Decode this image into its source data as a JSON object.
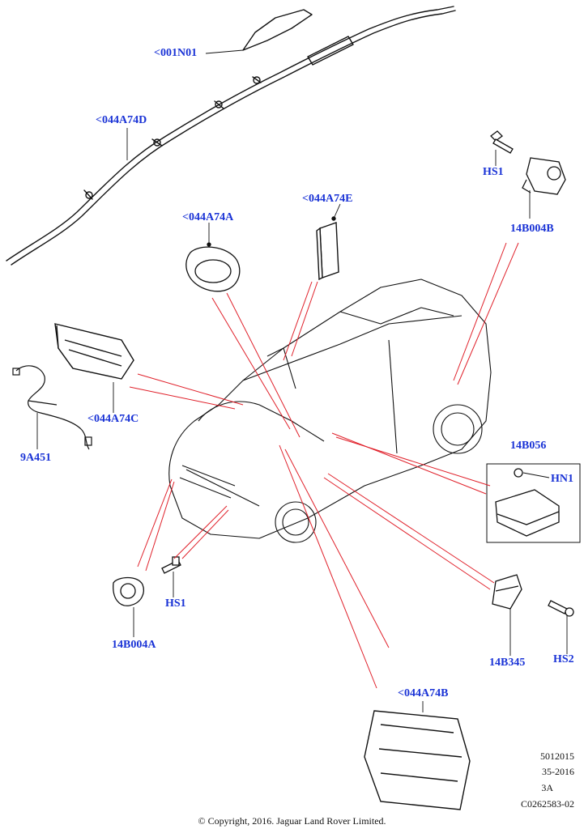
{
  "labels": {
    "l_001N01": "<001N01",
    "l_044A74D": "<044A74D",
    "l_HS1_top": "HS1",
    "l_044A74E": "<044A74E",
    "l_044A74A": "<044A74A",
    "l_14B004B": "14B004B",
    "l_044A74C": "<044A74C",
    "l_9A451": "9A451",
    "l_14B056": "14B056",
    "l_HN1": "HN1",
    "l_HS1_bottom": "HS1",
    "l_14B004A": "14B004A",
    "l_14B345": "14B345",
    "l_HS2": "HS2",
    "l_044A74B": "<044A74B"
  },
  "meta": {
    "line1": "5012015",
    "line2": "35-2016",
    "line3": "3A",
    "line4": "C0262583-02"
  },
  "copyright": "© Copyright, 2016. Jaguar Land Rover Limited.",
  "colors": {
    "label": "#1a33d6",
    "leader": "#e0202a",
    "outline": "#111111"
  }
}
